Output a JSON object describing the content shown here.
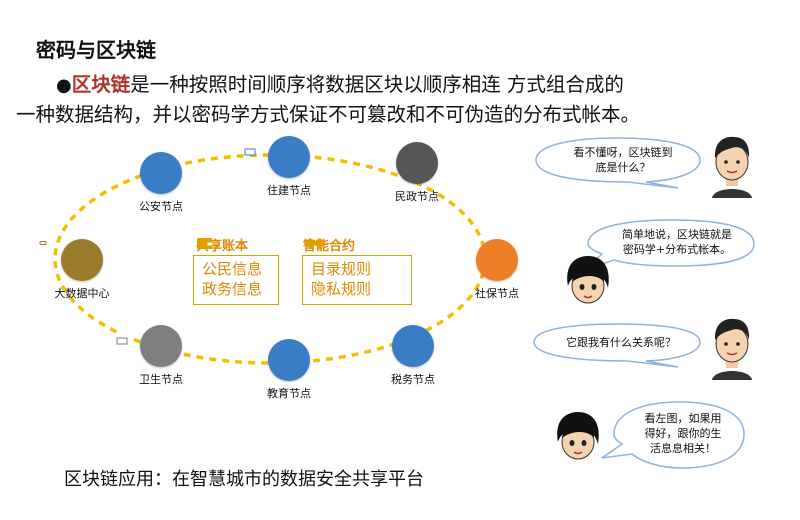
{
  "header": {
    "title": "密码与区块链",
    "intro": {
      "bullet": "●",
      "term": "区块链",
      "line1_rest": "是一种按照时间顺序将数据区块以顺序相连 方式组合成的",
      "line2": "一种数据结构，并以密码学方式保证不可篡改和不可伪造的分布式帐本。"
    }
  },
  "diagram": {
    "nodes": [
      {
        "label": "住建节点",
        "icon": "printer-icon",
        "color": "#3a7cc6"
      },
      {
        "label": "民政节点",
        "icon": "pencil-icon",
        "color": "#565656"
      },
      {
        "label": "社保节点",
        "icon": "flashlight-icon",
        "color": "#ee7f28"
      },
      {
        "label": "税务节点",
        "icon": "magnifier-icon",
        "color": "#3a7cc6"
      },
      {
        "label": "教育节点",
        "icon": "ellipsis-icon",
        "color": "#3a7cc6"
      },
      {
        "label": "卫生节点",
        "icon": "printer-icon",
        "color": "#7f7f7f"
      },
      {
        "label": "大数据中心",
        "icon": "clipboard-icon",
        "color": "#9a7b2a"
      },
      {
        "label": "公安节点",
        "icon": "leaf-icon",
        "color": "#3a7cc6"
      }
    ],
    "ring_color": "#f0c000",
    "shared_ledger": {
      "title": "共享账本",
      "icon": "wallet-icon",
      "items": [
        "公民信息",
        "政务信息"
      ]
    },
    "smart_contract": {
      "title": "智能合约",
      "icon": "handshake-icon",
      "items": [
        "目录规则",
        "隐私规则"
      ]
    }
  },
  "caption": "区块链应用：在智慧城市的数据安全共享平台",
  "dialogue": [
    {
      "speaker": "male-avatar",
      "lines": [
        "看不懂呀，区块链到",
        "底是什么？"
      ]
    },
    {
      "speaker": "female-avatar",
      "lines": [
        "简单地说，区块链就是",
        "密码学+分布式帐本。"
      ]
    },
    {
      "speaker": "male-avatar",
      "lines": [
        "它跟我有什么关系呢？"
      ]
    },
    {
      "speaker": "female-avatar",
      "lines": [
        "看左图，如果用",
        "得好，跟你的生",
        "活息息相关！"
      ]
    }
  ],
  "colors": {
    "term": "#b0342b",
    "feature_text": "#e08a00",
    "feature_border": "#e0a100"
  }
}
